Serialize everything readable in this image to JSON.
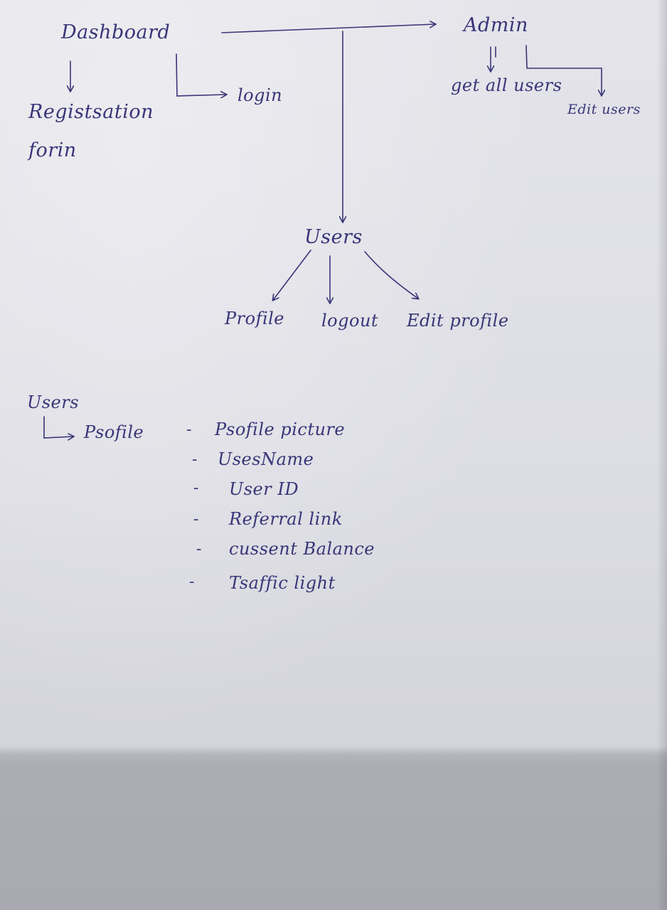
{
  "colors": {
    "ink": "#3a3478",
    "paper": "#dfdfe5"
  },
  "nodes": {
    "dashboard": "Dashboard",
    "registration": "Registsation",
    "registration_line2": "forin",
    "login": "login",
    "admin": "Admin",
    "get_all_users": "get all users",
    "edit_users": "Edit users",
    "users": "Users",
    "profile": "Profile",
    "logout": "logout",
    "edit_profile": "Edit profile"
  },
  "profile_section": {
    "heading": "Users",
    "sub_heading": "Psofile",
    "bullet": "-",
    "fields": [
      "Psofile picture",
      "UsesName",
      "User ID",
      "Referral link",
      "cussent Balance",
      "Tsaffic light"
    ]
  }
}
